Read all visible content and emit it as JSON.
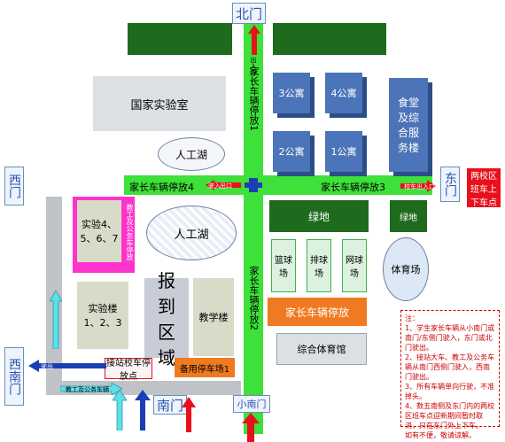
{
  "gates": {
    "north": "北门",
    "east": "东门",
    "west": "西门",
    "southwest": "西南门",
    "south": "南门",
    "small_south": "小南门"
  },
  "roads": {
    "north_parking": "家长车辆停放1",
    "south_parking": "家长车辆停放2",
    "east_parking": "家长车辆停放3",
    "west_parking": "家长车辆停放4"
  },
  "buildings": {
    "national_lab": "国家实验室",
    "dorm3": "3公寓",
    "dorm4": "4公寓",
    "dorm2": "2公寓",
    "dorm1": "1公寓",
    "canteen": "食堂及综合服务楼",
    "lake_top": "人工湖",
    "lake_mid": "人工湖",
    "lab_4567": "实验4、5、6、7",
    "lab_123": "实验楼1、2、3",
    "report_area": "报到区域",
    "teaching": "教学楼",
    "green1": "绿地",
    "green2": "绿地",
    "basketball": "篮球场",
    "volleyball": "排球场",
    "tennis": "网球场",
    "stadium": "体育场",
    "gym": "综合体育馆",
    "parent_parking": "家长车辆停放",
    "spare_parking": "备用停车场1",
    "shuttle_stop": "接站校车停放点",
    "pickup_point": "两校区班车上下车点"
  },
  "small_labels": {
    "magenta_vertical": "教工及公务车停放",
    "west_arrow_left": "驶入",
    "west_arrow_right": "出口",
    "east_arrow": "校车出入口",
    "north_arrow": "出入口",
    "sw_arrow": "驶出",
    "sw_gray": "教工及公务车辆"
  },
  "notes": {
    "title": "注：",
    "items": [
      "1、学生家长车辆从小南门或南门/东侧门驶入，东门或北门驶出。",
      "2、接站大车、教工及公务车辆从南门西侧门驶入，西南门驶出。",
      "3、所有车辆单向行驶，不准掉头。",
      "4、数五南侧及东门内的两校区班车点迎新期间暂时取消，只在东门外上下车。",
      "如有不便，敬请谅解。"
    ]
  },
  "colors": {
    "road_green": "#3ee03a",
    "dorm_blue": "#4c74b8",
    "dark_green": "#1e6b1e",
    "orange": "#f07a22",
    "magenta": "#ff33cc",
    "red": "#e8101b",
    "note_red": "#cc0000"
  }
}
